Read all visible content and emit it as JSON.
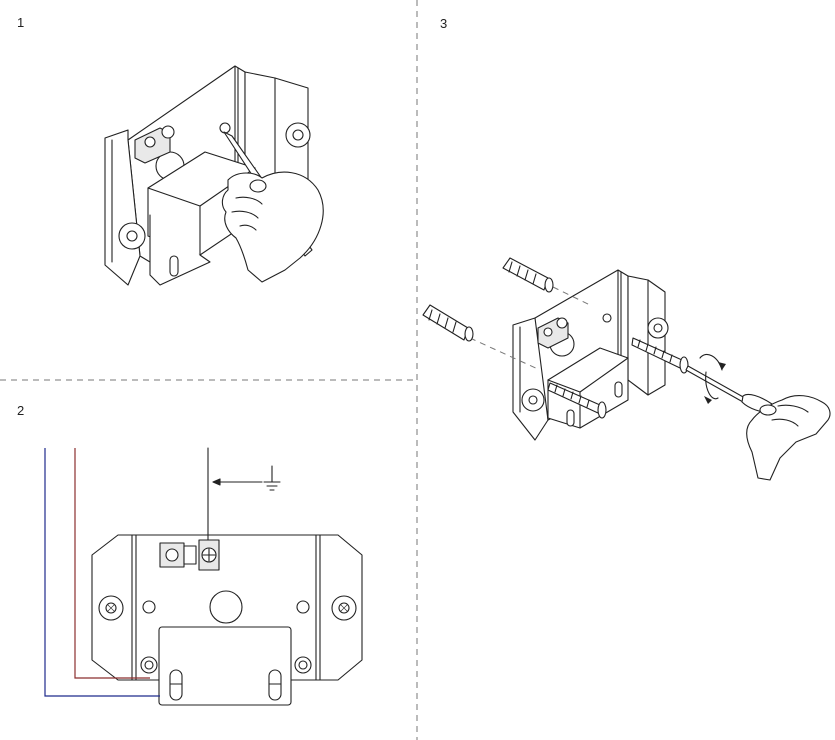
{
  "steps": [
    {
      "label": "1"
    },
    {
      "label": "2"
    },
    {
      "label": "3"
    }
  ],
  "wires": [
    {
      "color": "#1e2a8c"
    },
    {
      "color": "#8b2e2e"
    }
  ],
  "colors": {
    "line": "#222222",
    "divider": "#777777",
    "background": "#ffffff"
  },
  "icons": [
    "ground-symbol-icon",
    "rotation-arrow-icon"
  ]
}
